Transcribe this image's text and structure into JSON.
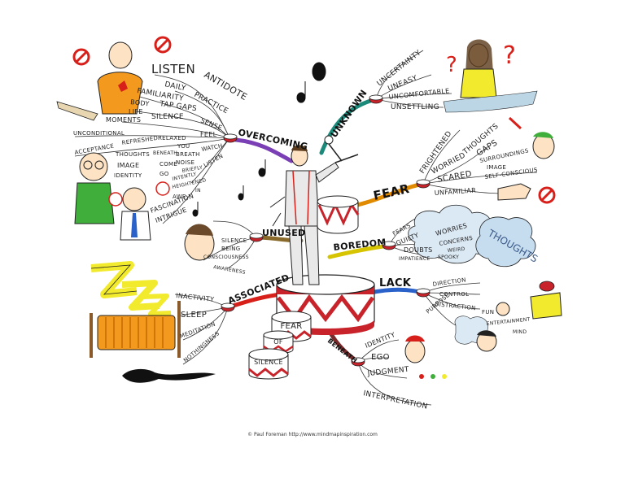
{
  "center": {
    "drum_text": [
      "FEAR",
      "OF",
      "SILENCE"
    ]
  },
  "branches": {
    "overcoming": {
      "label": "OVERCOMING",
      "color": "#7a3fb5",
      "words": [
        "LISTEN",
        "ANTIDOTE",
        "DAILY",
        "PRACTICE",
        "FAMILIARITY",
        "TAP GAPS",
        "BODY",
        "SENSE",
        "LIFE",
        "SILENCE",
        "MOMENTS",
        "FEEL",
        "UNCONDITIONAL",
        "REFRESHED",
        "RELAXED",
        "YOU",
        "WATCH",
        "ACCEPTANCE",
        "THOUGHTS",
        "BENEATH",
        "BREATH",
        "LISTEN",
        "IMAGE",
        "COME",
        "NOISE",
        "BRIEFLY",
        "IDENTITY",
        "GO",
        "INTENTLY",
        "HEIGHTENED",
        "AWE",
        "IN",
        "FASCINATION",
        "INTRIGUE"
      ]
    },
    "unknown": {
      "label": "UNKNOWN",
      "color": "#1b8a7a",
      "words": [
        "UNCERTAINTY",
        "UNEASY",
        "UNCOMFORTABLE",
        "UNSETTLING"
      ]
    },
    "fear": {
      "label": "FEAR",
      "color": "#e08a00",
      "words": [
        "FRIGHTENED",
        "THOUGHTS",
        "GAPS",
        "WORRIED",
        "SURROUNDINGS",
        "IMAGE",
        "SELF-CONSCIOUS",
        "SCARED",
        "UNFAMILIAR"
      ]
    },
    "unused": {
      "label": "UNUSED",
      "color": "#8a6a2a",
      "words": [
        "SILENCE",
        "BEING",
        "CONSCIOUSNESS",
        "AWARENESS"
      ]
    },
    "boredom": {
      "label": "BOREDOM",
      "color": "#d6c400",
      "words": [
        "FEARS",
        "GUILTY",
        "WORRIES",
        "DOUBTS",
        "CONCERNS",
        "WEIRD",
        "IMPATIENCE",
        "SPOOKY",
        "THOUGHTS"
      ]
    },
    "lack": {
      "label": "LACK",
      "color": "#2a62c9",
      "words": [
        "DIRECTION",
        "CONTROL",
        "DISTRACTION",
        "PURPOSE",
        "FUN",
        "ENTERTAINMENT",
        "MIND"
      ]
    },
    "associated": {
      "label": "ASSOCIATED",
      "color": "#d8201a",
      "words": [
        "INACTIVITY",
        "SLEEP",
        "MEDITATION",
        "NOTHINGNESS"
      ]
    },
    "beneath": {
      "label": "BENEATH",
      "color": "#7a2a2a",
      "words": [
        "IDENTITY",
        "EGO",
        "JUDGMENT",
        "INTERPRETATION"
      ]
    }
  },
  "credit": "© Paul Foreman http://www.mindmapinspiration.com",
  "colors": {
    "drum_red": "#c8232a",
    "zzz_yellow": "#f2ea2c",
    "bed_orange": "#f39a1e"
  }
}
